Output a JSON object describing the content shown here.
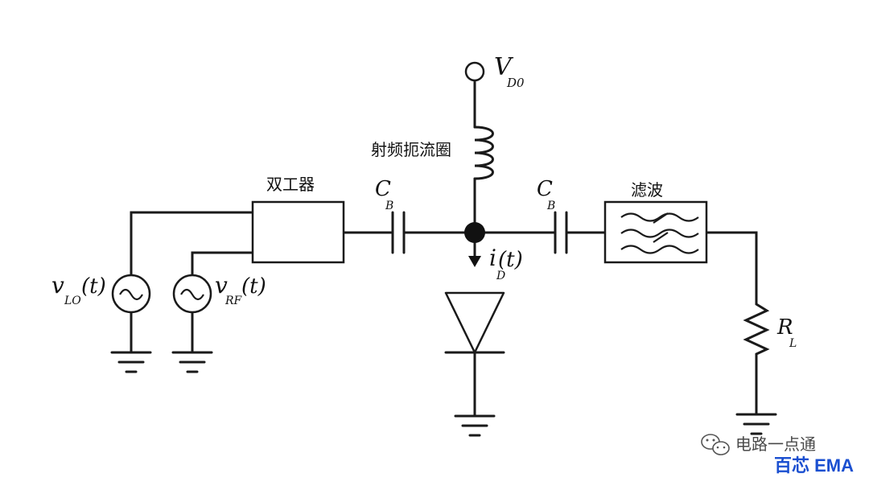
{
  "labels": {
    "vdd_main": "V",
    "vdd_sub": "D0",
    "choke": "射频扼流圈",
    "duplexer": "双工器",
    "cb1_main": "C",
    "cb1_sub": "B",
    "cb2_main": "C",
    "cb2_sub": "B",
    "filter": "滤波",
    "id_main": "i",
    "id_paren": "(t)",
    "id_sub": "D",
    "vlo_main": "v",
    "vlo_sub": "LO",
    "vlo_paren": "(t)",
    "vrf_main": "v",
    "vrf_sub": "RF",
    "vrf_paren": "(t)",
    "rl_main": "R",
    "rl_sub": "L"
  },
  "watermark": {
    "channel": "电路一点通",
    "brand": "百芯 EMA"
  },
  "colors": {
    "wire": "#1a1a1a",
    "brand": "#1a4fd0",
    "watermark_text": "#4a4a4a"
  },
  "icons": {
    "source": "ac-voltage-source-icon",
    "ground": "ground-icon",
    "inductor": "inductor-icon",
    "capacitor": "capacitor-icon",
    "diode": "diode-icon",
    "resistor": "resistor-icon",
    "filter": "bandpass-filter-icon",
    "wechat": "wechat-icon"
  }
}
